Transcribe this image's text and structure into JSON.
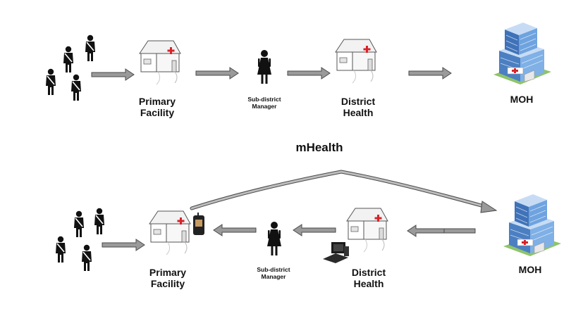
{
  "title": "mHealth",
  "top_flow": {
    "primary_facility": {
      "line1": "Primary",
      "line2": "Facility"
    },
    "sub_district_manager": {
      "line1": "Sub-district",
      "line2": "Manager"
    },
    "district_health": {
      "line1": "District",
      "line2": "Health"
    },
    "moh": "MOH"
  },
  "bottom_flow": {
    "primary_facility": {
      "line1": "Primary",
      "line2": "Facility"
    },
    "sub_district_manager": {
      "line1": "Sub-district",
      "line2": "Manager"
    },
    "district_health": {
      "line1": "District",
      "line2": "Health"
    },
    "moh": "MOH"
  },
  "colors": {
    "arrow_fill": "#9a9a9a",
    "arrow_stroke": "#4a4a4a",
    "cross": "#d8232a",
    "building_blue": "#5b8fd1"
  }
}
